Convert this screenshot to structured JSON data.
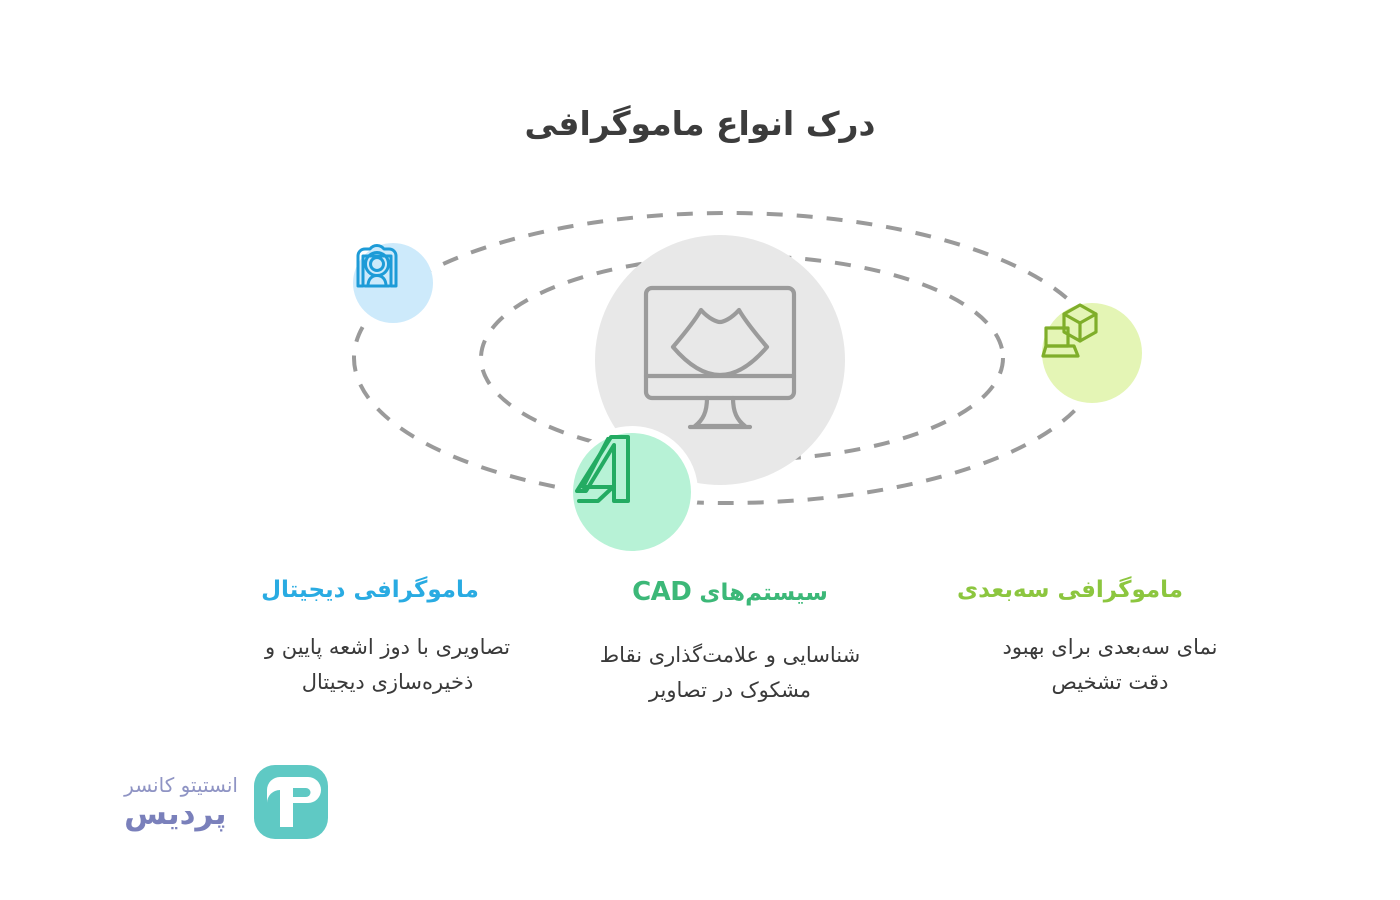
{
  "page": {
    "title": "درک انواع ماموگرافی",
    "direction": "rtl",
    "background": "#ffffff"
  },
  "colors": {
    "title": "#3c3c3c",
    "digital_blue": "#29abe2",
    "cad_green": "#3cb878",
    "three_d_lime": "#8cc63f",
    "center_blob": "#e8e8e8",
    "orbit_dash": "#9a9a9a",
    "node_blue_bg": "#cdeafb",
    "node_green_bg": "#b7f2d6",
    "node_lime_bg": "#e4f5b5",
    "brand_teal": "#5fc9c4",
    "brand_purple": "#7a80bb",
    "body_text": "#3a3a3a"
  },
  "diagram": {
    "nodes": [
      {
        "id": "center",
        "icon": "ultrasound-monitor-icon",
        "bg": "#e8e8e8",
        "stroke": "#9b9b9b"
      },
      {
        "id": "digital",
        "icon": "ct-scanner-icon",
        "bg": "#cdeafb",
        "stroke": "#1d9bd7"
      },
      {
        "id": "cad",
        "icon": "autodesk-a-icon",
        "bg": "#b7f2d6",
        "stroke": "#23ab62"
      },
      {
        "id": "three-d",
        "icon": "cube-scanner-icon",
        "bg": "#e4f5b5",
        "stroke": "#7fae2a"
      }
    ],
    "orbits": [
      {
        "id": "outer-orbit",
        "style": "dashed"
      },
      {
        "id": "inner-orbit",
        "style": "dashed"
      }
    ]
  },
  "columns": [
    {
      "id": "three-d-mammography",
      "heading": "ماموگرافی سه‌بعدی",
      "body": "نمای سه‌بعدی برای بهبود دقت تشخیص",
      "color": "#8cc63f"
    },
    {
      "id": "cad-systems",
      "heading_prefix": "سیستم‌های",
      "heading_tag": "CAD",
      "heading": "سیستم‌های CAD",
      "body": "شناسایی و علامت‌گذاری نقاط مشکوک در تصاویر",
      "color": "#3cb878"
    },
    {
      "id": "digital-mammography",
      "heading": "ماموگرافی دیجیتال",
      "body": "تصاویری با دوز اشعه پایین و ذخیره‌سازی دیجیتال",
      "color": "#29abe2"
    }
  ],
  "brand": {
    "sub": "انستیتو کانسر",
    "name": "پردیس",
    "mark": "pardis-p-logo"
  }
}
